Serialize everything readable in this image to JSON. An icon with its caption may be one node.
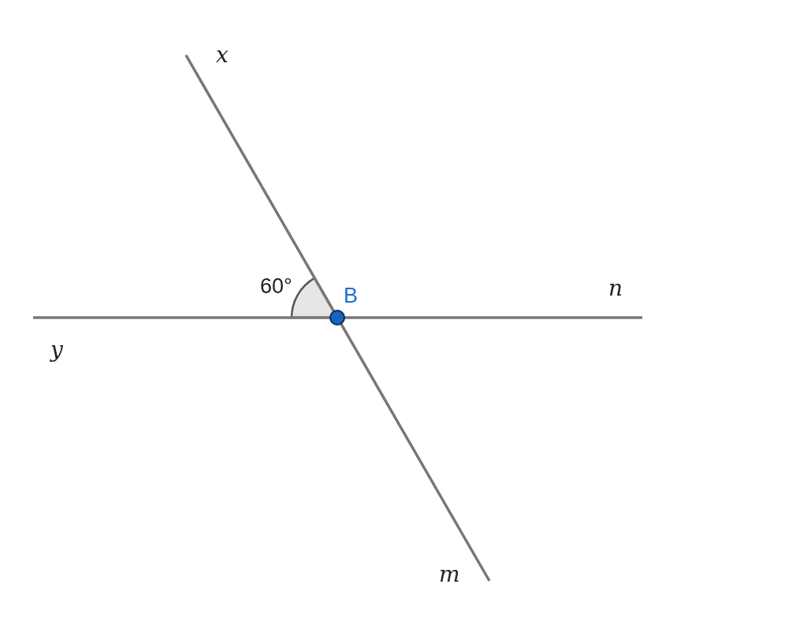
{
  "diagram": {
    "labels": [
      "x",
      "60°",
      "B",
      "n",
      "y",
      "m"
    ]
  }
}
